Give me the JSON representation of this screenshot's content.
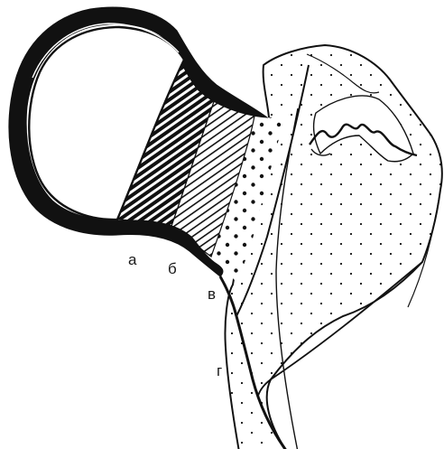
{
  "labels": {
    "a": "а",
    "b": "б",
    "v": "в",
    "g": "г"
  },
  "colors": {
    "ink": "#111111",
    "background": "#ffffff"
  }
}
